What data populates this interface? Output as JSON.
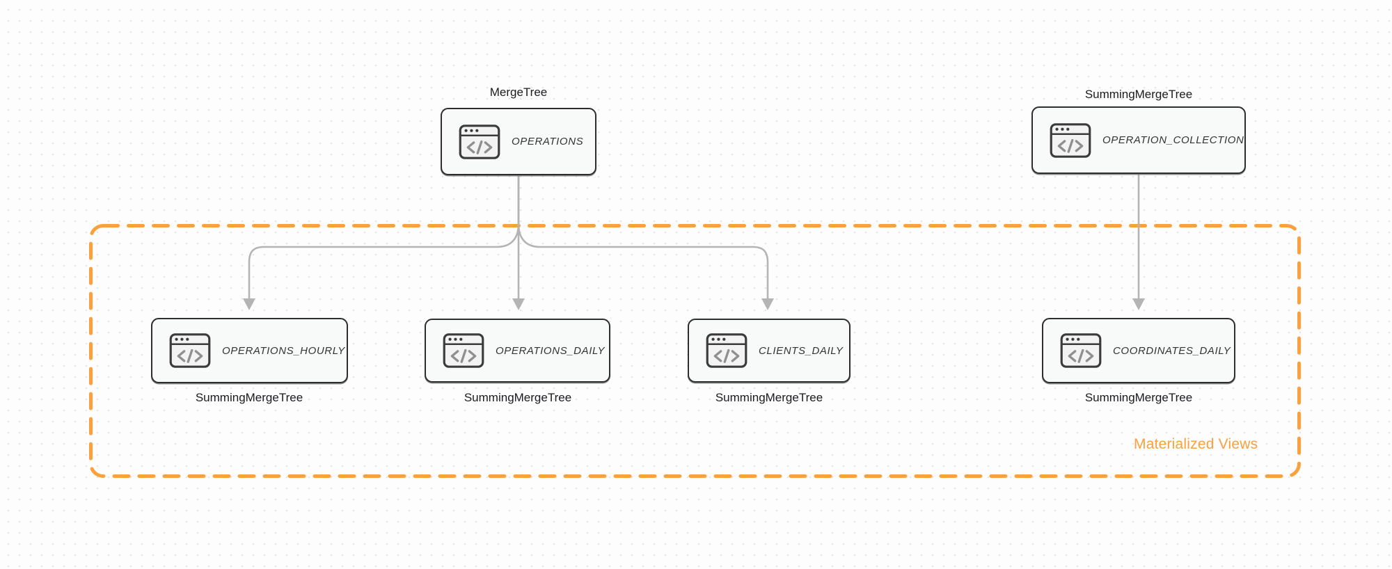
{
  "nodes": {
    "operations": {
      "engine": "MergeTree",
      "table": "OPERATIONS"
    },
    "operation_collection": {
      "engine": "SummingMergeTree",
      "table": "OPERATION_COLLECTION"
    },
    "operations_hourly": {
      "engine": "SummingMergeTree",
      "table": "OPERATIONS_HOURLY"
    },
    "operations_daily": {
      "engine": "SummingMergeTree",
      "table": "OPERATIONS_DAILY"
    },
    "clients_daily": {
      "engine": "SummingMergeTree",
      "table": "CLIENTS_DAILY"
    },
    "coordinates_daily": {
      "engine": "SummingMergeTree",
      "table": "COORDINATES_DAILY"
    }
  },
  "container": {
    "label": "Materialized Views"
  },
  "icons": {
    "node_icon": "code-window-icon"
  },
  "colors": {
    "accent_orange": "#f9a13c",
    "arrow_gray": "#b4b4b4",
    "node_border": "#2d2d2d",
    "node_fill": "#f8f9f9",
    "icon_glyph_gray": "#8f8f8f",
    "label_text": "#1b1b1d",
    "background": "#fdfdfe",
    "grid_dot": "#e3e3e7"
  }
}
